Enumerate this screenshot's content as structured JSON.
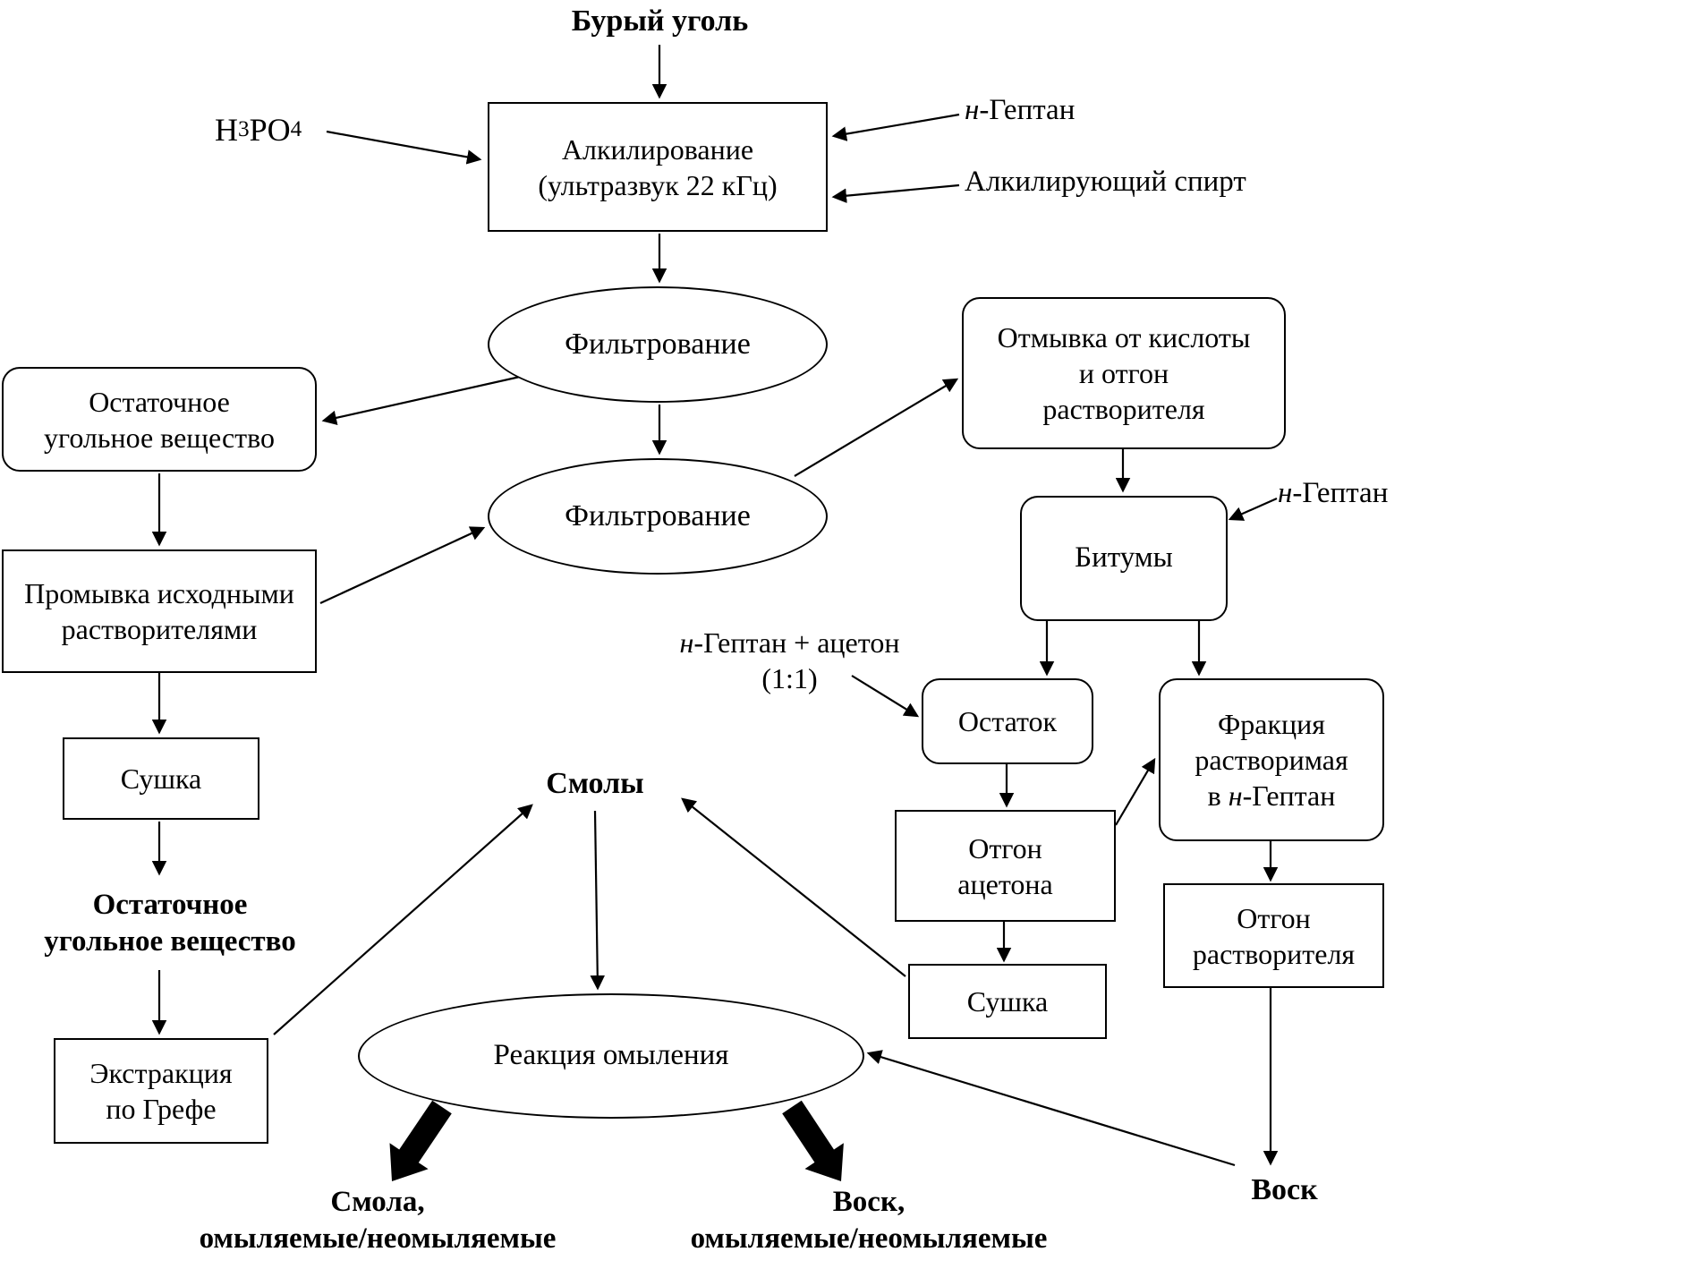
{
  "diagram": {
    "title": "Бурый уголь",
    "labels": {
      "h3po4": {
        "p1": "H",
        "s1": "3",
        "p2": "PO",
        "s2": "4"
      },
      "heptane_top": {
        "it": "н",
        "rest": "-Гептан"
      },
      "alkylating_alcohol": "Алкилирующий спирт",
      "heptane_right": {
        "it": "н",
        "rest": "-Гептан"
      },
      "heptane_acetone": {
        "it": "н",
        "rest": "-Гептан + ацетон",
        "line2": "(1:1)"
      },
      "residual_coal_text": "Остаточное\nугольное вещество",
      "resins": "Смолы",
      "wax": "Воск",
      "resin_products": "Смола,\nомыляемые/неомыляемые",
      "wax_products": "Воск,\nомыляемые/неомыляемые"
    },
    "nodes": {
      "alkylation": "Алкилирование\n(ультразвук 22 кГц)",
      "filtration1": "Фильтрование",
      "filtration2": "Фильтрование",
      "residual_coal": "Остаточное\nугольное вещество",
      "acid_wash": "Отмывка от кислоты\nи отгон\nрастворителя",
      "solvent_wash": "Промывка исходными\nрастворителями",
      "drying_left": "Сушка",
      "extraction": "Экстракция\nпо Грефе",
      "saponification": "Реакция омыления",
      "bitumens": "Битумы",
      "residue": "Остаток",
      "fraction": {
        "line1": "Фракция",
        "line2": "растворимая",
        "line3_pre": "в ",
        "line3_it": "н",
        "line3_rest": "-Гептан"
      },
      "acetone_distillation": "Отгон\nацетона",
      "drying_right": "Сушка",
      "solvent_distillation": "Отгон\nрастворителя"
    },
    "colors": {
      "line": "#000000",
      "background": "#ffffff",
      "text": "#000000"
    }
  }
}
